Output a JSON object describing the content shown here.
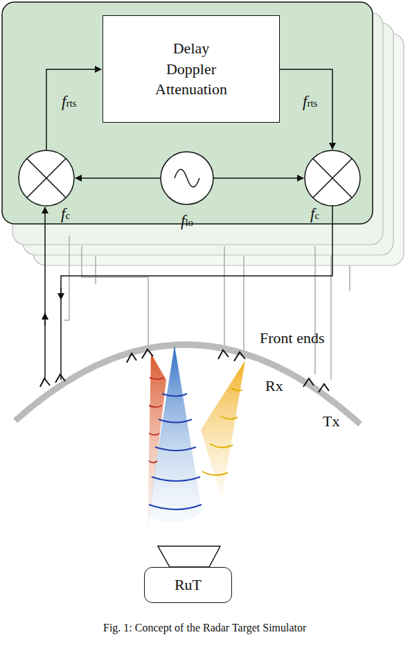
{
  "diagram": {
    "caption": "Fig. 1: Concept of the Radar Target Simulator",
    "nodes": [
      {
        "text": [
          "Delay Doppler Attenuation"
        ]
      },
      {
        "text": [
          "RuT"
        ]
      }
    ],
    "labels": [
      "frts",
      "frts",
      "fc",
      "flo",
      "fc",
      "Front ends",
      "Rx",
      "Tx"
    ]
  }
}
